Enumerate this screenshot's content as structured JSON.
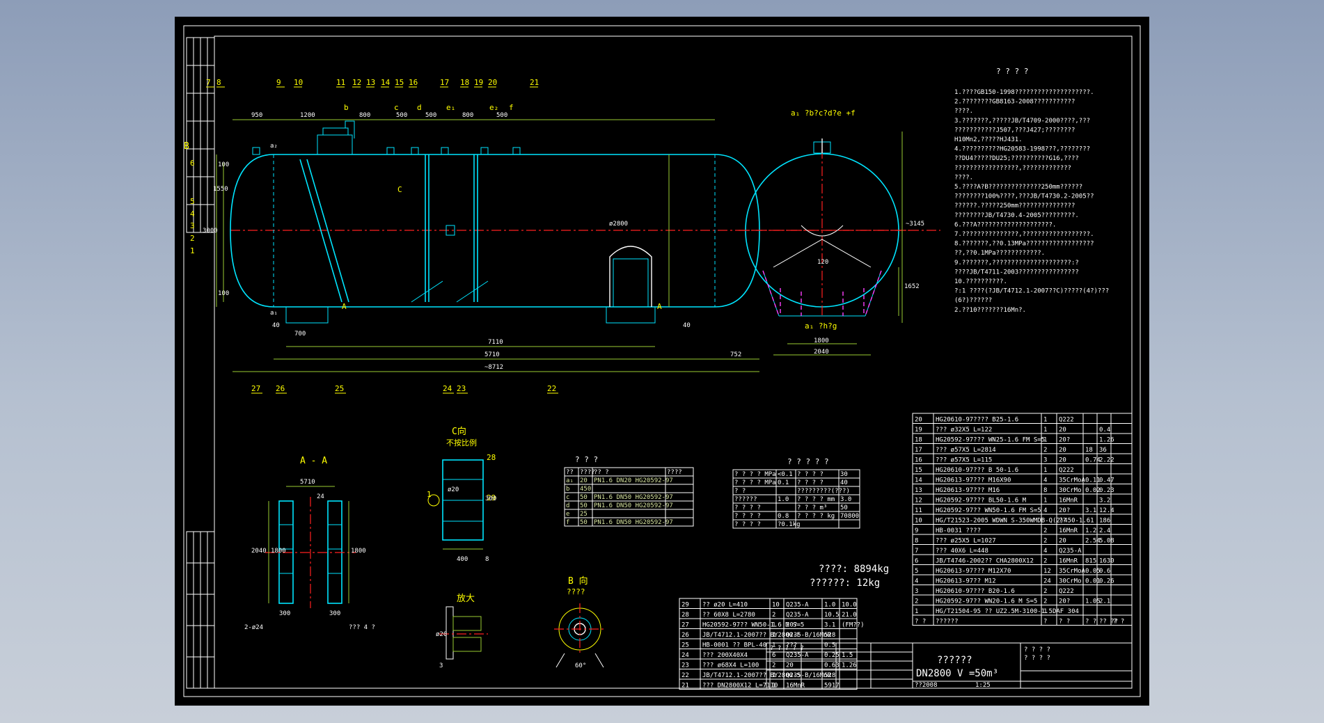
{
  "drawing": {
    "section_label_AA": "A - A",
    "view_C_label": "C向",
    "view_C_note": "不按比例",
    "view_enlarge_label": "放大",
    "view_B_label": "B 向",
    "view_B_sub": "????",
    "view_top_label": "a₁ ?b?c?d?e +f",
    "view_bottom_label": "a₁ ?h?g",
    "weight_line1": "????: 8894kg",
    "weight_line2": "??????:     12kg",
    "marker_B": "B",
    "marker_A": "A",
    "marker_C": "C",
    "marker_a1": "a₁",
    "marker_a2": "a₂",
    "notes_title": "? ? ? ?",
    "notes": [
      "1.????GB150-1998????????????????????.",
      "2.????????GB8163-2008???????????",
      "   ????.",
      "3.???????,?????JB/T4709-2000????,???",
      "   ???????????J507,???J427;????????",
      "   H10Mn2,?????HJ431.",
      "4.??????????HG20583-1998???,????????",
      "   ??DU4?????DU25;??????????G16,????",
      "   ?????????????????,?????????????",
      "   ????.",
      "5.????A?B??????????????250mm??????",
      "   ????????100%????,???JB/T4730.2-2005??",
      "   ??????.?????250mm???????????????",
      "   ????????JB/T4730.4-2005?????????.",
      "6.???A????????????????????.",
      "7.???????????????,??????????????????.",
      "8.???????,??0.13MPa??????????????????",
      "   ??,??0.1MPa????????????.",
      "9.???????,?????????????????????:?",
      "   ????JB/T4711-2003????????????????",
      "10.??????????.",
      "?:1 ????(?JB/T4712.1-2007??C)?????(4?)???",
      "   (6?)??????",
      "2.??10???????16Mn?."
    ],
    "callouts_top": [
      "7",
      "8",
      "9",
      "10",
      "11",
      "12",
      "13",
      "14",
      "15",
      "16",
      "17",
      "18",
      "19",
      "20",
      "21"
    ],
    "callouts_bottom": [
      "27",
      "26",
      "25",
      "24",
      "23",
      "22"
    ],
    "callouts_left": [
      "6",
      "5",
      "4",
      "3",
      "2",
      "1"
    ],
    "callouts_c": [
      "28",
      "29",
      "1"
    ],
    "dims": {
      "d950": "950",
      "d1200": "1200",
      "d800a": "800",
      "d500a": "500",
      "d500b": "500",
      "d800b": "800",
      "d500c": "500",
      "b": "b",
      "c": "c",
      "d": "d",
      "e1": "e₁",
      "e2": "e₂",
      "f": "f",
      "d5710": "5710",
      "d7110": "7110",
      "d8712": "~8712",
      "d752": "752",
      "d700": "700",
      "d40a": "40",
      "d40b": "40",
      "d2800": "ø2800",
      "d3000": "3000",
      "d1550": "1550",
      "d100a": "100",
      "d100b": "100",
      "d1800": "1800",
      "d2040": "2040",
      "d3145": "~3145",
      "d1652": "1652",
      "d120": "120",
      "aa5710": "5710",
      "aa24": "24",
      "aa2040": "2040",
      "aa1800a": "1800",
      "aa1800b": "1800",
      "aa300a": "300",
      "aa300b": "300",
      "aa_hole1": "2-ø24",
      "aa_hole2": "??? 4 ?",
      "c400": "400",
      "c300": "300",
      "c8": "8",
      "c20": "ø20",
      "e3": "3",
      "e20": "ø20",
      "b60": "60°"
    }
  },
  "table_nozzle": {
    "title": "? ? ?",
    "header": [
      "??",
      "????",
      "?? ?",
      "????"
    ],
    "rows": [
      [
        "a₁",
        "20",
        "PN1.6 DN20 HG20592-97",
        ""
      ],
      [
        "b",
        "450",
        "",
        ""
      ],
      [
        "c",
        "50",
        "PN1.6 DN50 HG20592-97",
        ""
      ],
      [
        "d",
        "50",
        "PN1.6 DN50 HG20592-97",
        ""
      ],
      [
        "e",
        "25",
        "",
        ""
      ],
      [
        "f",
        "50",
        "PN1.6 DN50 HG20592-97",
        ""
      ]
    ]
  },
  "table_design": {
    "title": "? ? ? ? ?",
    "rows": [
      [
        "? ? ? ?  MPa",
        "<0.1",
        "? ? ? ?",
        "30"
      ],
      [
        "? ? ? ?  MPa",
        "0.1",
        "? ? ? ?",
        "40"
      ],
      [
        "?   ?",
        "",
        "?????????(???)",
        ""
      ],
      [
        "??????",
        "1.0",
        "? ? ? ?  mm",
        "3.0"
      ],
      [
        "? ? ? ?",
        "",
        "? ? ?  m³",
        "50"
      ],
      [
        "? ? ? ?",
        "0.8",
        "? ? ? ?  kg",
        "70800"
      ],
      [
        "? ? ? ?",
        "?0.1kg",
        ""
      ]
    ]
  },
  "bom_upper": {
    "rows": [
      [
        "20",
        "HG20610-97???? B25-1.6",
        "1",
        "Q222",
        "",
        ""
      ],
      [
        "19",
        "??? ø32X5  L=122",
        "1",
        "20",
        "",
        "0.4"
      ],
      [
        "18",
        "HG20592-97??? WN25-1.6 FM S=5",
        "1",
        "20?",
        "",
        "1.26"
      ],
      [
        "17",
        "??? ø57X5  L=2814",
        "2",
        "20",
        "18",
        "36"
      ],
      [
        "16",
        "??? ø57X5  L=115",
        "3",
        "20",
        "0.74",
        "2.22"
      ],
      [
        "15",
        "HG20610-97??? B 50-1.6",
        "1",
        "Q222",
        "",
        ""
      ],
      [
        "14",
        "HG20613-97??? M16X90",
        "4",
        "35CrMoA",
        "0.11",
        "0.47"
      ],
      [
        "13",
        "HG20613-97??? M16",
        "8",
        "30CrMo",
        "0.02",
        "0.23"
      ],
      [
        "12",
        "HG20592-97??? BL50-1.6 M",
        "1",
        "16MnR",
        "",
        "3.2"
      ],
      [
        "11",
        "HG20592-97?? WN50-1.6 FM S=5",
        "4",
        "20?",
        "3.1",
        "12.4"
      ],
      [
        "10",
        "HG/T21523-2005 WDWN S-350WMDB-Q(2)450-1.61",
        "",
        "??",
        "",
        "186"
      ],
      [
        "9",
        "HB-0031  ????",
        "2",
        "16MnR",
        "1.2",
        "2.4"
      ],
      [
        "8",
        "??? ø25X5  L=1027",
        "2",
        "20",
        "2.54",
        "5.08"
      ],
      [
        "7",
        "???  40X6  L=448",
        "4",
        "Q235-A",
        "",
        ""
      ],
      [
        "6",
        "JB/T4746-2002??  CHA2800X12",
        "2",
        "16MnR",
        "815",
        "1630"
      ],
      [
        "5",
        "HG20613-97??? M12X70",
        "12",
        "35CrMoA",
        "0.05",
        "0.6"
      ],
      [
        "4",
        "HG20613-97?? M12",
        "24",
        "30CrMo",
        "0.01",
        "0.26"
      ],
      [
        "3",
        "HG20610-97???  B20-1.6",
        "2",
        "Q222",
        "",
        ""
      ],
      [
        "2",
        "HG20592-97?? WN20-1.6 M S=5",
        "2",
        "20?",
        "1.05",
        "2.1"
      ],
      [
        "1",
        "HG/T21504-95 ?? UZ2.5M-3100-1.5DAF 304",
        "1",
        "",
        "",
        ""
      ]
    ],
    "header": [
      "?  ?",
      "??????",
      "?",
      "? ?",
      "? ?",
      "?? ??",
      "? ?"
    ]
  },
  "bom_lower": {
    "rows": [
      [
        "29",
        "??  ø20  L=410",
        "10",
        "Q235-A",
        "1.0",
        "10.0"
      ],
      [
        "28",
        "??  60X8  L=2780",
        "2",
        "Q235-A",
        "10.5",
        "21.0"
      ],
      [
        "27",
        "HG20592-97?? WN50-1.6 M S=5",
        "1",
        "20?",
        "3.1",
        "(FM??)"
      ],
      [
        "26",
        "JB/T4712.1-2007?? BY2800-F",
        "1",
        "Q235-B/16MnR",
        "528",
        ""
      ],
      [
        "25",
        "HB-0001  ??  BPL-40",
        "1",
        "???",
        "0.5",
        ""
      ],
      [
        "24",
        "???  200X40X4",
        "6",
        "Q235-A",
        "0.25",
        "1.5"
      ],
      [
        "23",
        "??? ø68X4  L=100",
        "2",
        "20",
        "0.63",
        "1.26"
      ],
      [
        "22",
        "JB/T4712.1-2007?? BY2800-S",
        "1",
        "Q235-B/16MnR",
        "528",
        ""
      ],
      [
        "21",
        "??? DN2800X12  L=7110",
        "1",
        "16MnR",
        "5917",
        ""
      ]
    ]
  },
  "title_block": {
    "name": "??????",
    "spec": "DN2800  V =50m³",
    "drawing_no": "??2008",
    "scale": "1:25",
    "cells": [
      "? ? ? ? ?",
      "? ? ? ?",
      "? ? ? ?"
    ]
  }
}
